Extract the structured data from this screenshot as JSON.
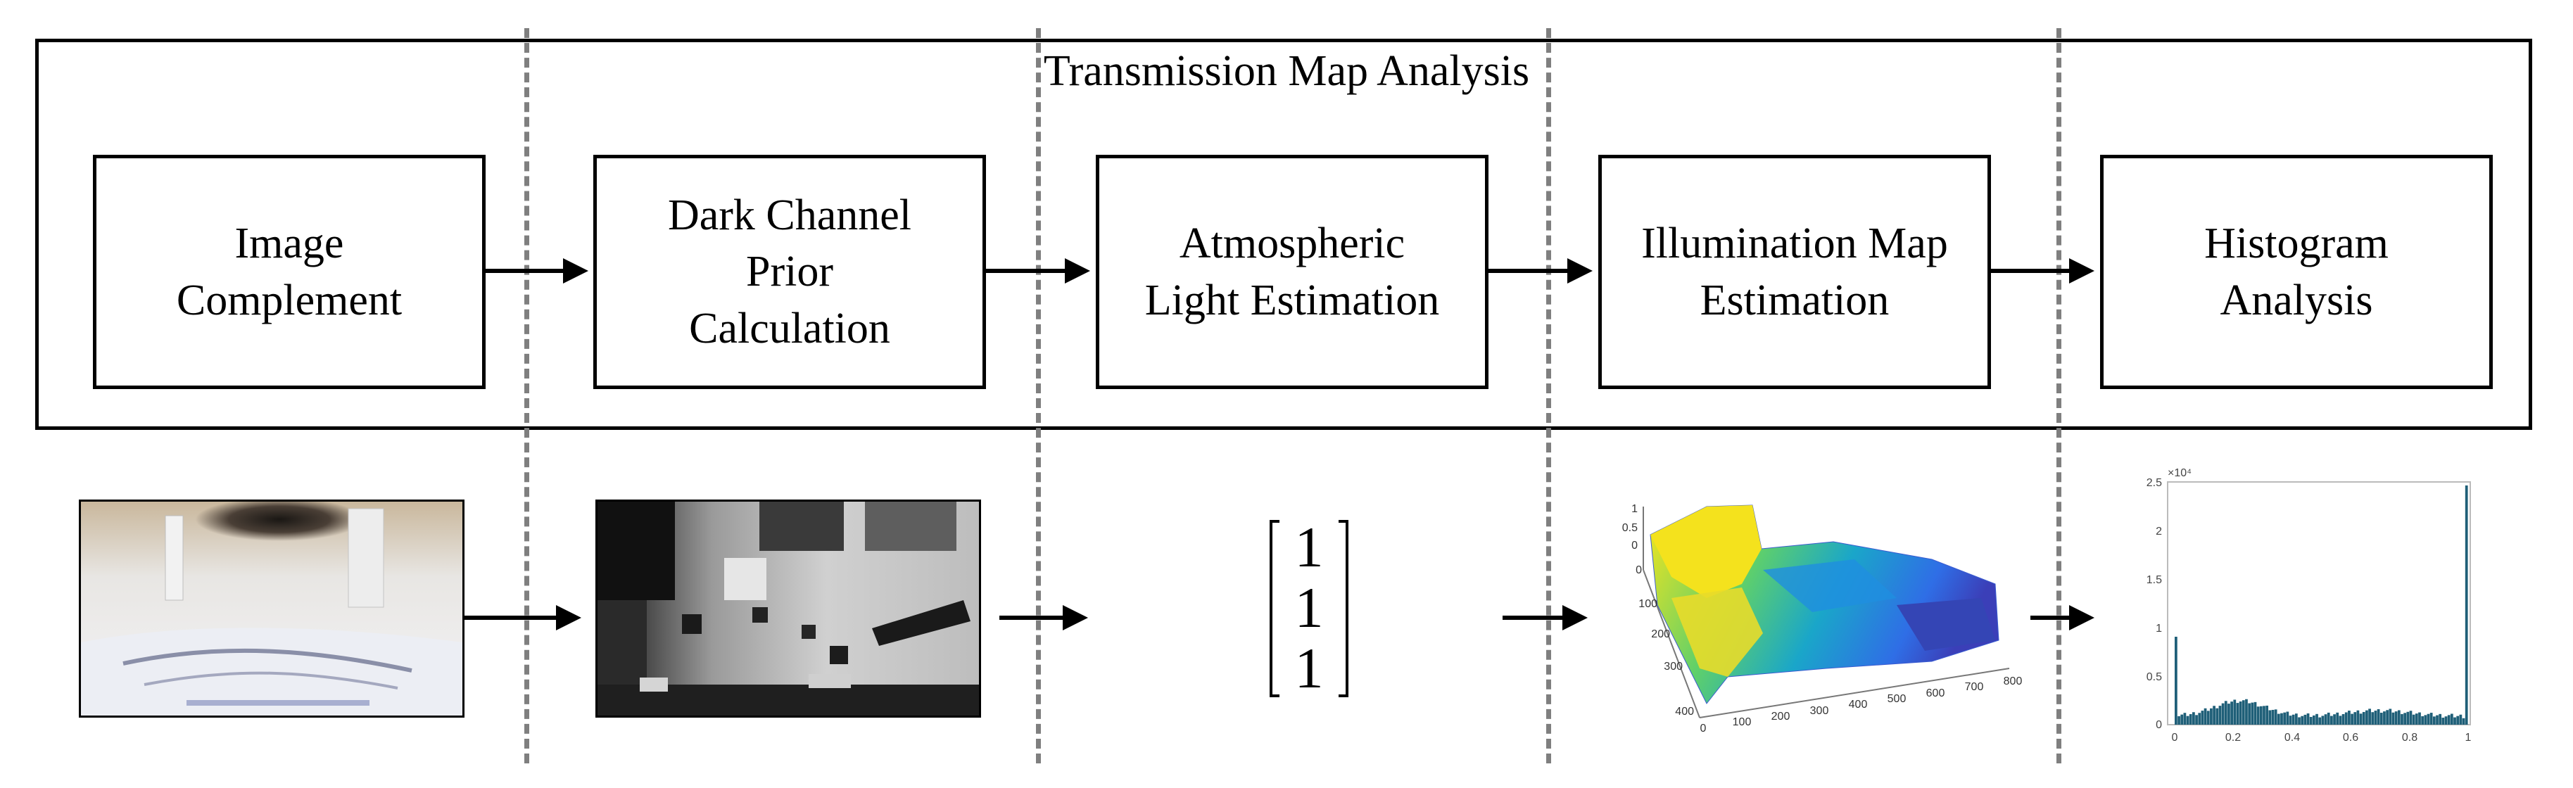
{
  "diagram": {
    "frame_title": "Transmission Map Analysis",
    "steps": [
      {
        "id": "image-complement",
        "label": "Image\nComplement"
      },
      {
        "id": "dark-channel-prior",
        "label": "Dark Channel\nPrior\nCalculation"
      },
      {
        "id": "atmospheric-light",
        "label": "Atmospheric\nLight Estimation"
      },
      {
        "id": "illumination-map",
        "label": "Illumination Map\nEstimation"
      },
      {
        "id": "histogram-analysis",
        "label": "Histogram\nAnalysis"
      }
    ],
    "atmospheric_vector": [
      "1",
      "1",
      "1"
    ]
  },
  "surface_plot": {
    "z_ticks": [
      "1",
      "0.5",
      "0"
    ],
    "y_ticks": [
      "0",
      "100",
      "200",
      "300",
      "400"
    ],
    "x_ticks": [
      "0",
      "100",
      "200",
      "300",
      "400",
      "500",
      "600",
      "700",
      "800"
    ]
  },
  "histogram": {
    "y_exponent": "×10⁴",
    "y_ticks": [
      "2.5",
      "2",
      "1.5",
      "1",
      "0.5",
      "0"
    ],
    "x_ticks": [
      "0",
      "0.2",
      "0.4",
      "0.6",
      "0.8",
      "1"
    ],
    "bar_color": "#1f5f78"
  }
}
